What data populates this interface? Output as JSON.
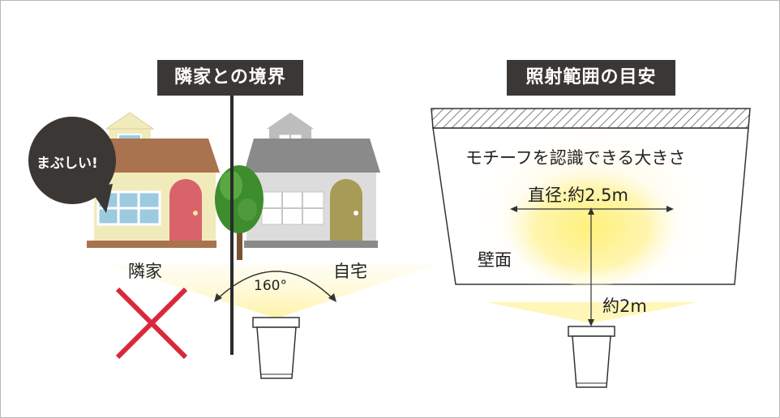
{
  "left_panel": {
    "title": "隣家との境界",
    "bubble": "まぶしい!",
    "neighbor_label": "隣家",
    "own_label": "自宅",
    "angle_label": "160°"
  },
  "right_panel": {
    "title": "照射範囲の目安",
    "motif_text": "モチーフを認識できる大きさ",
    "diameter_text": "直径:約2.5m",
    "wall_label": "壁面",
    "distance_text": "約2m"
  },
  "colors": {
    "title_bg": "#3b3735",
    "light": "#fff6b0",
    "cross": "#d9283c",
    "neighbor_wall": "#f1ebbb",
    "neighbor_roof": "#a8734e",
    "neighbor_door": "#d9636a",
    "own_wall": "#dcdcdc",
    "own_roof": "#8a8a8a",
    "own_door": "#a89a57",
    "tree": "#3d8c2e"
  }
}
